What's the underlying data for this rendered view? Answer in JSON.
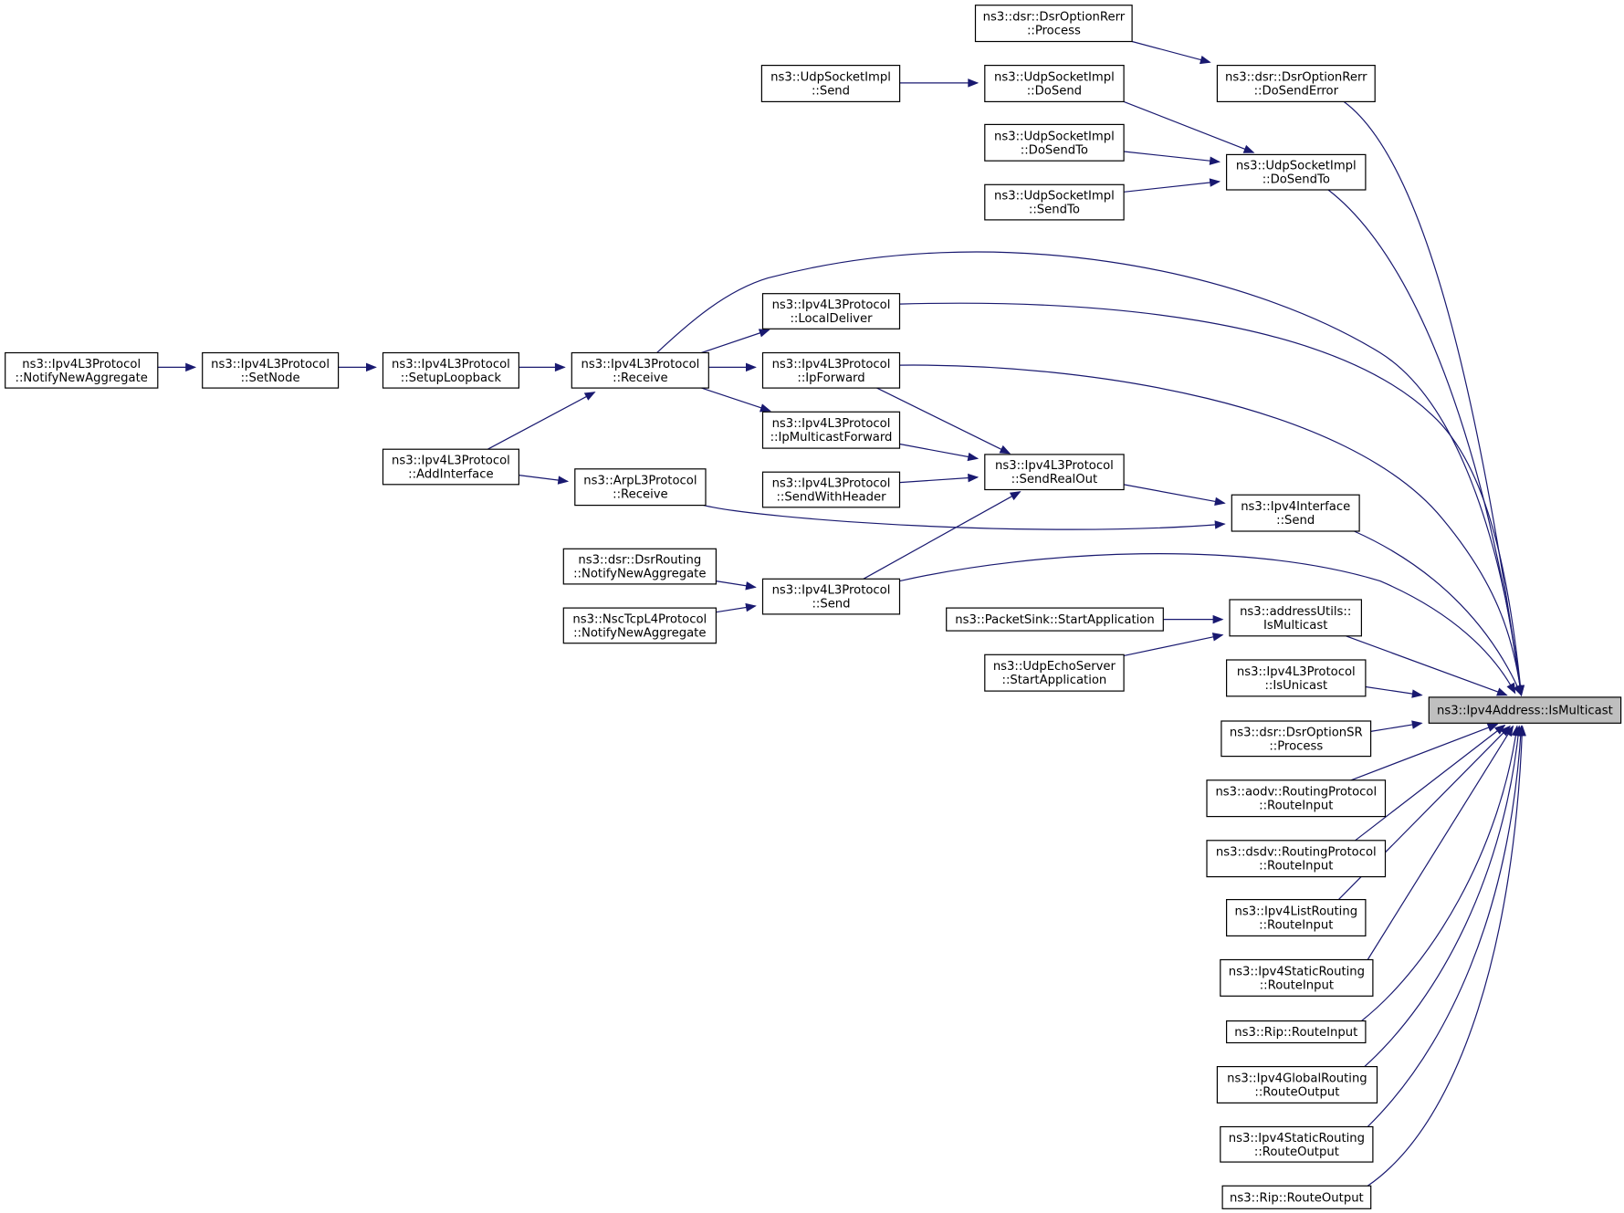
{
  "graph": {
    "root_id": "root",
    "colors": {
      "edge": "#191970",
      "root_fill": "#bfbfbf",
      "node_fill": "#ffffff",
      "border": "#000000"
    },
    "nodes": [
      {
        "id": "root",
        "lines": [
          "ns3::Ipv4Address::IsMulticast"
        ]
      },
      {
        "id": "dsrRerrProcess",
        "lines": [
          "ns3::dsr::DsrOptionRerr",
          "::Process"
        ]
      },
      {
        "id": "dsrRerrDoSendError",
        "lines": [
          "ns3::dsr::DsrOptionRerr",
          "::DoSendError"
        ]
      },
      {
        "id": "udpSend",
        "lines": [
          "ns3::UdpSocketImpl",
          "::Send"
        ]
      },
      {
        "id": "udpDoSend",
        "lines": [
          "ns3::UdpSocketImpl",
          "::DoSend"
        ]
      },
      {
        "id": "udpDoSendToA",
        "lines": [
          "ns3::UdpSocketImpl",
          "::DoSendTo"
        ]
      },
      {
        "id": "udpSendTo",
        "lines": [
          "ns3::UdpSocketImpl",
          "::SendTo"
        ]
      },
      {
        "id": "udpDoSendToB",
        "lines": [
          "ns3::UdpSocketImpl",
          "::DoSendTo"
        ]
      },
      {
        "id": "notifyNewAgg",
        "lines": [
          "ns3::Ipv4L3Protocol",
          "::NotifyNewAggregate"
        ]
      },
      {
        "id": "setNode",
        "lines": [
          "ns3::Ipv4L3Protocol",
          "::SetNode"
        ]
      },
      {
        "id": "setupLoopback",
        "lines": [
          "ns3::Ipv4L3Protocol",
          "::SetupLoopback"
        ]
      },
      {
        "id": "ipv4Receive",
        "lines": [
          "ns3::Ipv4L3Protocol",
          "::Receive"
        ]
      },
      {
        "id": "addInterface",
        "lines": [
          "ns3::Ipv4L3Protocol",
          "::AddInterface"
        ]
      },
      {
        "id": "localDeliver",
        "lines": [
          "ns3::Ipv4L3Protocol",
          "::LocalDeliver"
        ]
      },
      {
        "id": "ipForward",
        "lines": [
          "ns3::Ipv4L3Protocol",
          "::IpForward"
        ]
      },
      {
        "id": "ipMulticastForward",
        "lines": [
          "ns3::Ipv4L3Protocol",
          "::IpMulticastForward"
        ]
      },
      {
        "id": "sendWithHeader",
        "lines": [
          "ns3::Ipv4L3Protocol",
          "::SendWithHeader"
        ]
      },
      {
        "id": "sendRealOut",
        "lines": [
          "ns3::Ipv4L3Protocol",
          "::SendRealOut"
        ]
      },
      {
        "id": "arpReceive",
        "lines": [
          "ns3::ArpL3Protocol",
          "::Receive"
        ]
      },
      {
        "id": "ifaceSend",
        "lines": [
          "ns3::Ipv4Interface",
          "::Send"
        ]
      },
      {
        "id": "dsrRoutingNotify",
        "lines": [
          "ns3::dsr::DsrRouting",
          "::NotifyNewAggregate"
        ]
      },
      {
        "id": "nscNotify",
        "lines": [
          "ns3::NscTcpL4Protocol",
          "::NotifyNewAggregate"
        ]
      },
      {
        "id": "ipv4Send",
        "lines": [
          "ns3::Ipv4L3Protocol",
          "::Send"
        ]
      },
      {
        "id": "packetSinkStart",
        "lines": [
          "ns3::PacketSink::StartApplication"
        ]
      },
      {
        "id": "udpEchoStart",
        "lines": [
          "ns3::UdpEchoServer",
          "::StartApplication"
        ]
      },
      {
        "id": "addressUtilsIsMulticast",
        "lines": [
          "ns3::addressUtils::",
          "IsMulticast"
        ]
      },
      {
        "id": "isUnicast",
        "lines": [
          "ns3::Ipv4L3Protocol",
          "::IsUnicast"
        ]
      },
      {
        "id": "dsrSRProcess",
        "lines": [
          "ns3::dsr::DsrOptionSR",
          "::Process"
        ]
      },
      {
        "id": "aodvRouteInput",
        "lines": [
          "ns3::aodv::RoutingProtocol",
          "::RouteInput"
        ]
      },
      {
        "id": "dsdvRouteInput",
        "lines": [
          "ns3::dsdv::RoutingProtocol",
          "::RouteInput"
        ]
      },
      {
        "id": "listRouteInput",
        "lines": [
          "ns3::Ipv4ListRouting",
          "::RouteInput"
        ]
      },
      {
        "id": "staticRouteInput",
        "lines": [
          "ns3::Ipv4StaticRouting",
          "::RouteInput"
        ]
      },
      {
        "id": "ripRouteInput",
        "lines": [
          "ns3::Rip::RouteInput"
        ]
      },
      {
        "id": "globalRouteOutput",
        "lines": [
          "ns3::Ipv4GlobalRouting",
          "::RouteOutput"
        ]
      },
      {
        "id": "staticRouteOutput",
        "lines": [
          "ns3::Ipv4StaticRouting",
          "::RouteOutput"
        ]
      },
      {
        "id": "ripRouteOutput",
        "lines": [
          "ns3::Rip::RouteOutput"
        ]
      }
    ],
    "edges": [
      [
        "dsrRerrProcess",
        "dsrRerrDoSendError"
      ],
      [
        "dsrRerrDoSendError",
        "root"
      ],
      [
        "udpSend",
        "udpDoSend"
      ],
      [
        "udpDoSend",
        "udpDoSendToB"
      ],
      [
        "udpDoSendToA",
        "udpDoSendToB"
      ],
      [
        "udpSendTo",
        "udpDoSendToB"
      ],
      [
        "udpDoSendToB",
        "root"
      ],
      [
        "notifyNewAgg",
        "setNode"
      ],
      [
        "setNode",
        "setupLoopback"
      ],
      [
        "setupLoopback",
        "ipv4Receive"
      ],
      [
        "addInterface",
        "ipv4Receive"
      ],
      [
        "ipv4Receive",
        "root"
      ],
      [
        "ipv4Receive",
        "localDeliver"
      ],
      [
        "ipv4Receive",
        "ipForward"
      ],
      [
        "ipv4Receive",
        "ipMulticastForward"
      ],
      [
        "localDeliver",
        "root"
      ],
      [
        "ipForward",
        "root"
      ],
      [
        "ipForward",
        "sendRealOut"
      ],
      [
        "ipMulticastForward",
        "sendRealOut"
      ],
      [
        "sendWithHeader",
        "sendRealOut"
      ],
      [
        "ipv4Send",
        "sendRealOut"
      ],
      [
        "sendRealOut",
        "ifaceSend"
      ],
      [
        "addInterface",
        "arpReceive"
      ],
      [
        "arpReceive",
        "ifaceSend"
      ],
      [
        "ifaceSend",
        "root"
      ],
      [
        "dsrRoutingNotify",
        "ipv4Send"
      ],
      [
        "nscNotify",
        "ipv4Send"
      ],
      [
        "ipv4Send",
        "root"
      ],
      [
        "packetSinkStart",
        "addressUtilsIsMulticast"
      ],
      [
        "udpEchoStart",
        "addressUtilsIsMulticast"
      ],
      [
        "addressUtilsIsMulticast",
        "root"
      ],
      [
        "isUnicast",
        "root"
      ],
      [
        "dsrSRProcess",
        "root"
      ],
      [
        "aodvRouteInput",
        "root"
      ],
      [
        "dsdvRouteInput",
        "root"
      ],
      [
        "listRouteInput",
        "root"
      ],
      [
        "staticRouteInput",
        "root"
      ],
      [
        "ripRouteInput",
        "root"
      ],
      [
        "globalRouteOutput",
        "root"
      ],
      [
        "staticRouteOutput",
        "root"
      ],
      [
        "ripRouteOutput",
        "root"
      ]
    ]
  }
}
